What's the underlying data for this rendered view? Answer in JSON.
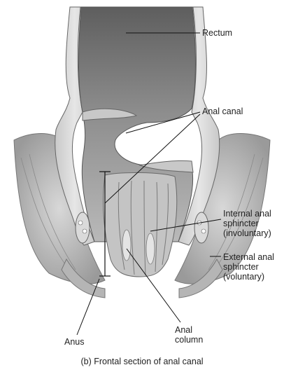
{
  "labels": {
    "rectum": "Rectum",
    "anal_canal": "Anal canal",
    "internal_sphincter": [
      "Internal anal",
      "sphincter",
      "(involuntary)"
    ],
    "external_sphincter": [
      "External anal",
      "sphincter",
      "(voluntary)"
    ],
    "anus": "Anus",
    "anal_column": [
      "Anal",
      "column"
    ]
  },
  "caption": "(b) Frontal section of anal canal",
  "colors": {
    "tissue_dark": "#6f6f6f",
    "tissue_mid": "#a8a8a8",
    "tissue_light": "#dcdcdc",
    "leader_line": "#111111"
  }
}
